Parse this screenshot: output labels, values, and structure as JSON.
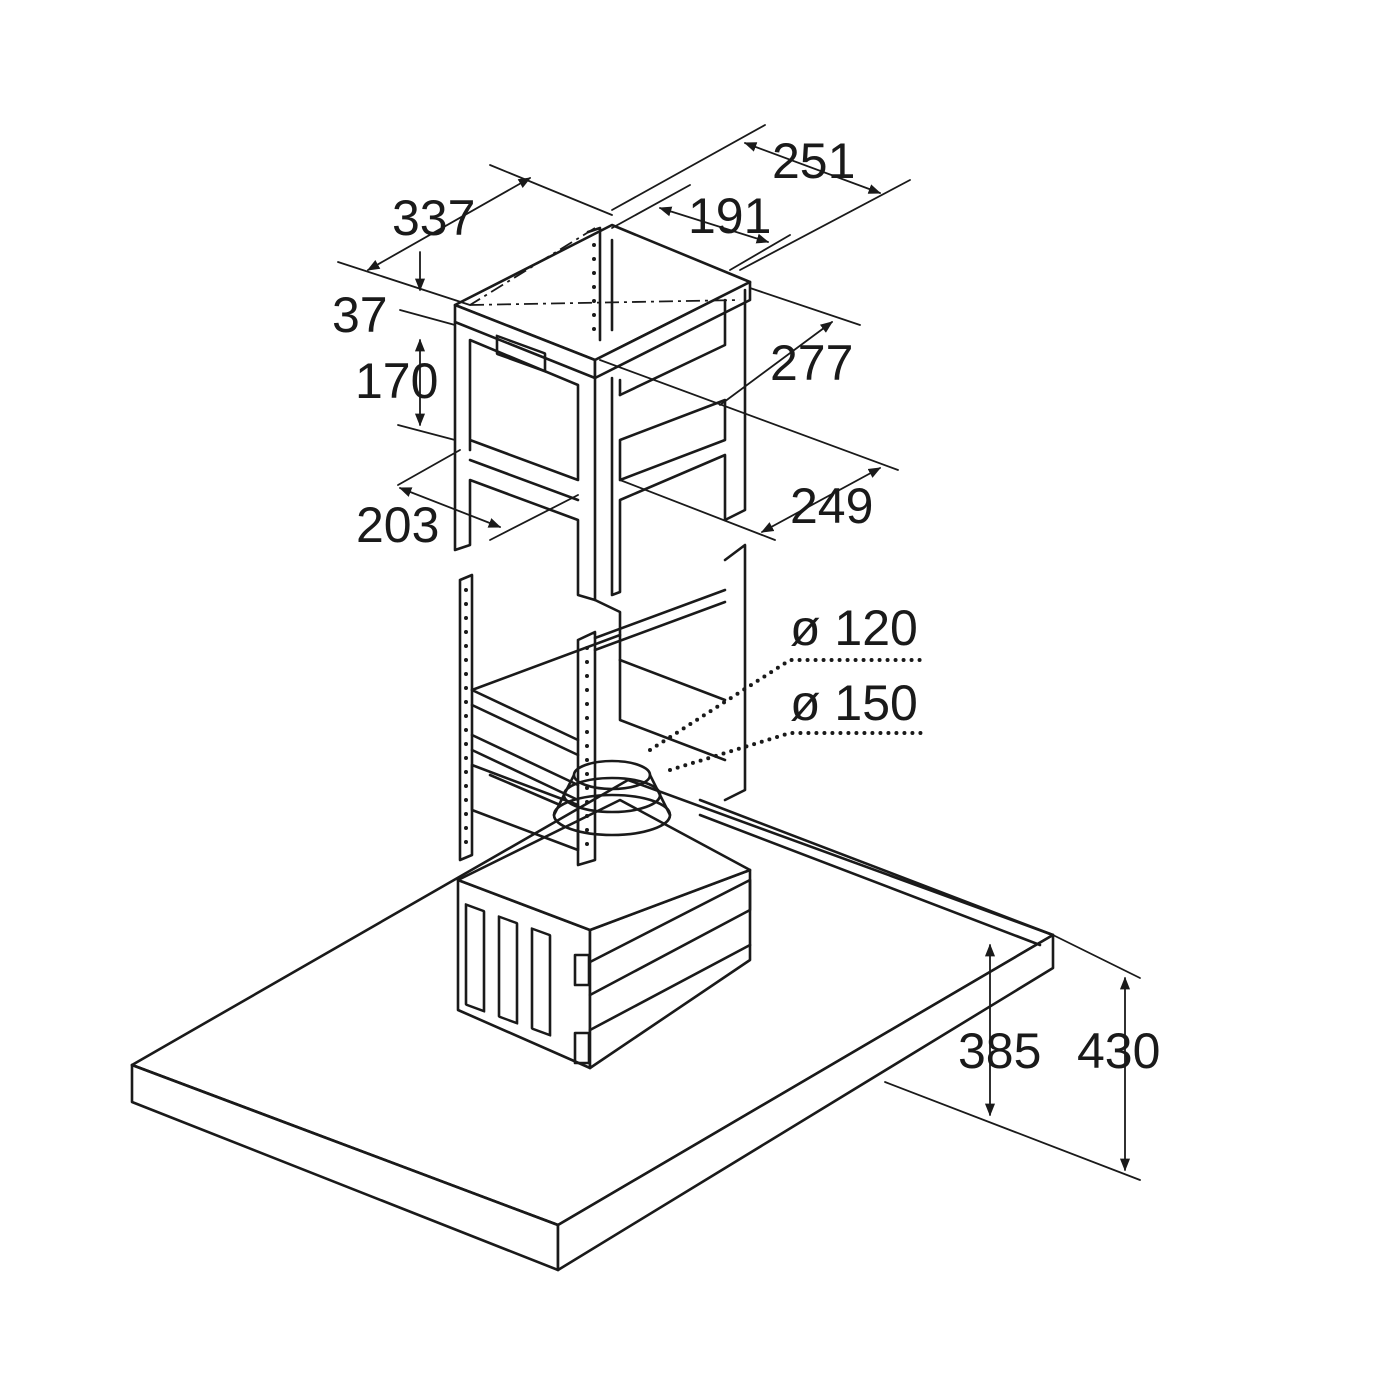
{
  "dimensions": {
    "d251": "251",
    "d191": "191",
    "d337": "337",
    "d37": "37",
    "d170": "170",
    "d277": "277",
    "d203": "203",
    "d249": "249",
    "d120": "ø 120",
    "d150": "ø 150",
    "d385": "385",
    "d430": "430"
  }
}
